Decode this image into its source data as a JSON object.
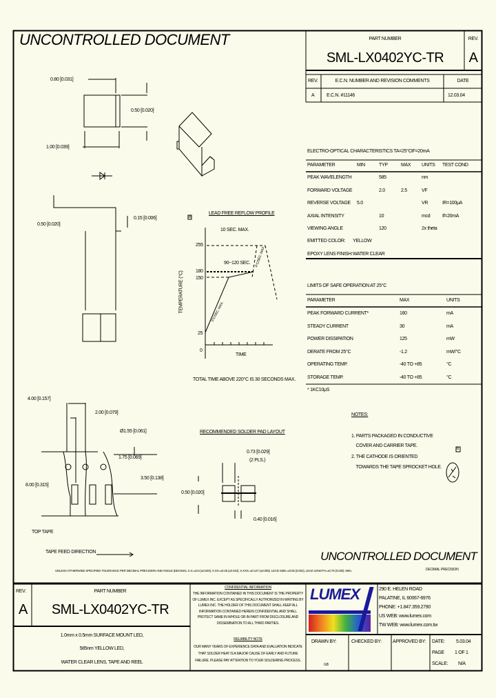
{
  "watermark": "UNCONTROLLED DOCUMENT",
  "header": {
    "part_number_label": "PART NUMBER",
    "part_number": "SML-LX0402YC-TR",
    "rev_label": "REV.",
    "rev": "A"
  },
  "revision_table": {
    "headers": [
      "REV.",
      "E.C.N. NUMBER AND REVISION COMMENTS",
      "DATE"
    ],
    "rows": [
      [
        "A",
        "E.C.N. #11146",
        "12.03.04"
      ]
    ]
  },
  "dimensions": {
    "top_width": "0.80 [0.031]",
    "height": "0.50 [0.020]",
    "length": "1.00 [0.039]",
    "side_height": "0.50 [0.020]",
    "side_lead": "0.15 [0.006]"
  },
  "reflow": {
    "title": "LEAD FREE REFLOW PROFILE",
    "peak_note": "10 SEC. MAX.",
    "soak_note": "90~120 SEC.",
    "ramp_up": "3°C/SEC. MAX.",
    "ramp_down": "4°C/SEC. MAX.",
    "y_label": "TEMPERATURE (°C)",
    "x_label": "TIME",
    "ticks": [
      "255",
      "180",
      "150",
      "25",
      "0"
    ],
    "footnote": "TOTAL TIME ABOVE 220°C IS 30 SECONDS MAX.",
    "marker": "B"
  },
  "electro_optical": {
    "title": "ELECTRO-OPTICAL CHARACTERISTICS TA=25°C",
    "condition": "IF=20mA",
    "headers": [
      "PARAMETER",
      "MIN",
      "TYP",
      "MAX",
      "UNITS",
      "TEST COND"
    ],
    "rows": [
      [
        "PEAK WAVELENGTH",
        "",
        "585",
        "",
        "nm",
        ""
      ],
      [
        "FORWARD VOLTAGE",
        "",
        "2.0",
        "2.5",
        "VF",
        ""
      ],
      [
        "REVERSE VOLTAGE",
        "5.0",
        "",
        "",
        "VR",
        "IR=100μA"
      ],
      [
        "AXIAL INTENSITY",
        "",
        "10",
        "",
        "mcd",
        "If=20mA"
      ],
      [
        "VIEWING ANGLE",
        "",
        "120",
        "",
        "2x theta",
        ""
      ]
    ],
    "emitted_color_label": "EMITTED COLOR:",
    "emitted_color": "YELLOW",
    "lens_label": "EPOXY LENS FINISH:",
    "lens": "WATER CLEAR"
  },
  "safe_operation": {
    "title": "LIMITS OF SAFE OPERATION AT 25°C",
    "headers": [
      "PARAMETER",
      "MAX",
      "UNITS"
    ],
    "rows": [
      [
        "PEAK FORWARD CURRENT*",
        "160",
        "mA"
      ],
      [
        "STEADY CURRENT",
        "30",
        "mA"
      ],
      [
        "POWER DISSIPATION",
        "125",
        "mW"
      ],
      [
        "DERATE FROM 25°C",
        "-1.2",
        "mW/°C"
      ],
      [
        "OPERATING TEMP.",
        "-40 TO +85",
        "°C"
      ],
      [
        "STORAGE TEMP.",
        "-40 TO +85",
        "°C"
      ]
    ],
    "footnote": "* 1KC10μS"
  },
  "tape": {
    "pitch": "4.00 [0.157]",
    "half_pitch": "2.00 [0.079]",
    "hole": "Ø1.55 [0.061]",
    "edge": "1.75 [0.069]",
    "center": "3.50 [0.138]",
    "width": "8.00 [0.315]",
    "top_tape": "TOP TAPE",
    "feed": "TAPE FEED DIRECTION"
  },
  "solder_pad": {
    "title": "RECOMMENDED SOLDER PAD LAYOUT",
    "pad": "0.73 [0.029]",
    "pad_note": "(2 PLS.)",
    "height": "0.50 [0.020]",
    "gap": "0.40 [0.016]"
  },
  "notes": {
    "title": "NOTES:",
    "items": [
      "1. PARTS PACKAGED IN CONDUCTIVE",
      "    COVER AND CARRIER TAPE.",
      "2. THE CATHODE IS ORIENTED",
      "    TOWARDS THE TAPE SPROCKET HOLE."
    ],
    "marker": "B"
  },
  "tolerance_note": "UNLESS OTHERWISE SPECIFIED TOLERANCE PER DECIMAL PRECISION AND ANGLE (DECIMAL X.X=±0.5 (±0.020), X.XX=±0.25 (±0.010), X.XXX=±0.127 (±0.005). LEAD SIZE=±0.05 (0.002), LEAD LENGTH=±0.75 (0.030). MM=",
  "tolerance_suffix": "DECIMAL PRECISION",
  "title_block": {
    "rev_label": "REV.",
    "rev": "A",
    "part_number_label": "PART NUMBER",
    "part_number": "SML-LX0402YC-TR",
    "description": [
      "1.0mm x 0.5mm SURFACE MOUNT LED,",
      "585nm YELLOW LED,",
      "WATER CLEAR LENS, TAPE AND REEL"
    ],
    "confidential_title": "CONFIDENTIAL INFORMATION",
    "confidential_text": "THE INFORMATION CONTAINED IN THIS DOCUMENT IS THE PROPERTY OF LUMEX INC. EXCEPT AS SPECIFICALLY AUTHORIZED IN WRITING BY LUMEX INC. THE HOLDER OF THIS DOCUMENT SHALL KEEP ALL INFORMATION CONTAINED HEREIN CONFIDENTIAL AND SHALL PROTECT SAME IN WHOLE OR IN PART FROM DISCLOSURE AND DISSEMINATION TO ALL THIRD PARTIES.",
    "reliability_title": "RELIABILITY NOTE",
    "reliability_text": "OUR MANY YEARS OF EXPERIENCE DATA AND EVALUATION INDICATE THAT SOLDER HEAT IS A MAJOR CAUSE OF EARLY AND FUTURE FAILURE. PLEASE PAY ATTENTION TO YOUR SOLDERING PROCESS.",
    "logo": "LUMEX",
    "address": [
      "290 E. HELEN ROAD",
      "PALATINE, IL 60067-6976",
      "PHONE: +1.847.359.2790",
      "US WEB: www.lumex.com",
      "TW WEB: www.lumex.com.tw"
    ],
    "drawn_by_label": "DRAWN BY:",
    "drawn_by": "GB",
    "checked_by_label": "CHECKED BY:",
    "approved_by_label": "APPROVED BY:",
    "date_label": "DATE:",
    "date": "5.03.04",
    "page_label": "PAGE",
    "page": "1 OF 1",
    "scale_label": "SCALE:",
    "scale": "N/A"
  }
}
